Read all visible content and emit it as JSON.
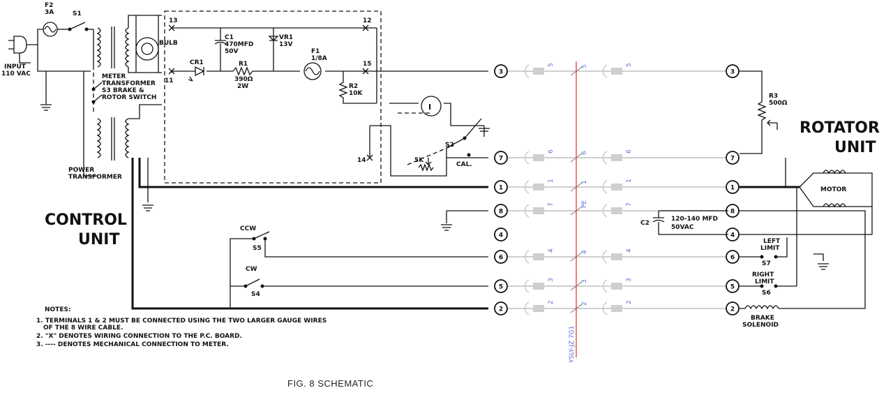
{
  "labels": {
    "f2": "F2",
    "f2_rating": "3A",
    "s1": "S1",
    "input": "INPUT",
    "input_voltage": "110 VAC",
    "meter_transformer_1": "METER",
    "meter_transformer_2": "TRANSFORMER",
    "s3_1": "S3 BRAKE &",
    "s3_2": "ROTOR SWITCH",
    "power_transformer_1": "POWER",
    "power_transformer_2": "TRANSFORMER",
    "bulb": "BULB",
    "c1": "C1",
    "c1_value": "470MFD",
    "c1_voltage": "50V",
    "vr1": "VR1",
    "vr1_value": "13V",
    "f1": "F1",
    "f1_value": "1/8A",
    "cr1": "CR1",
    "r1": "R1",
    "r1_value": "390Ω",
    "r1_watt": "2W",
    "r2": "R2",
    "r2_value": "10K",
    "meter": "I",
    "s2": "S2",
    "pot_5k": "5K",
    "cal": "CAL.",
    "pc13": "13",
    "pc12": "12",
    "pc11": "11",
    "pc15": "15",
    "pc14": "14",
    "control_unit_1": "CONTROL",
    "control_unit_2": "UNIT",
    "ccw": "CCW",
    "s5": "S5",
    "cw": "CW",
    "s4": "S4",
    "rotator_unit_1": "ROTATOR",
    "rotator_unit_2": "UNIT",
    "r3": "R3",
    "r3_value": "500Ω",
    "motor": "MOTOR",
    "c2": "C2",
    "c2_value": "120-140 MFD",
    "c2_voltage": "50VAC",
    "left_limit_1": "LEFT",
    "left_limit_2": "LIMIT",
    "s7": "S7",
    "right_limit_1": "RIGHT",
    "right_limit_2": "LIMIT",
    "s6": "S6",
    "brake_1": "BRAKE",
    "brake_2": "SOLENOID",
    "cable_code": "YSLY-JZ 7G1",
    "caption": "FIG. 8 SCHEMATIC"
  },
  "notes": {
    "heading": "NOTES:",
    "line1": "1. TERMINALS 1 & 2 MUST BE CONNECTED USING THE TWO LARGER GAUGE WIRES",
    "line1b": "OF THE 8 WIRE CABLE.",
    "line2": "2. \"X\" DENOTES WIRING CONNECTION TO THE P.C. BOARD.",
    "line3": "3. ---- DENOTES MECHANICAL CONNECTION TO METER."
  },
  "terminals": {
    "control": [
      "3",
      "7",
      "1",
      "8",
      "4",
      "6",
      "5",
      "2"
    ],
    "rotator": [
      "3",
      "7",
      "1",
      "8",
      "4",
      "6",
      "5",
      "2"
    ]
  },
  "cable_cores": {
    "row3": "5",
    "row7": "6",
    "row1": "1",
    "row8": "7",
    "row8_center": "PE",
    "row6": "4",
    "row5": "3",
    "row2": "2"
  },
  "colors": {
    "wire": "#111111",
    "cable_overlay": "#bfbfbf",
    "core_label": "#5a6fd0",
    "cable_line": "#e03a3a"
  }
}
